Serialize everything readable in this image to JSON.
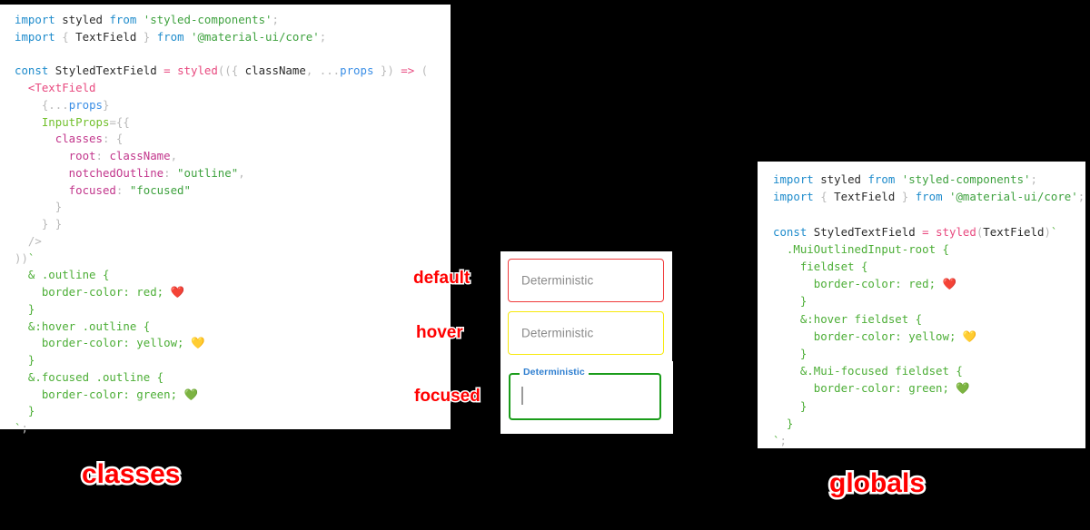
{
  "colors": {
    "background": "#000000",
    "panel": "#ffffff",
    "accent_red": "#ff0000",
    "default_border": "#f03a3a",
    "hover_border": "#f7e90a",
    "focused_border": "#1a9c1a",
    "notch_label": "#2f7fd0",
    "keyword": "#1f8ccc",
    "string": "#3fa23f",
    "function": "#e8497f",
    "property": "#c2368c",
    "css_literal": "#4cae36"
  },
  "left_panel": {
    "caption": "classes",
    "lines": [
      [
        {
          "t": "kw",
          "v": "import"
        },
        {
          "t": "id",
          "v": " styled "
        },
        {
          "t": "kw",
          "v": "from"
        },
        {
          "t": "str",
          "v": " 'styled-components'"
        },
        {
          "t": "punct",
          "v": ";"
        }
      ],
      [
        {
          "t": "kw",
          "v": "import"
        },
        {
          "t": "punct",
          "v": " { "
        },
        {
          "t": "id",
          "v": "TextField"
        },
        {
          "t": "punct",
          "v": " } "
        },
        {
          "t": "kw",
          "v": "from"
        },
        {
          "t": "str",
          "v": " '@material-ui/core'"
        },
        {
          "t": "punct",
          "v": ";"
        }
      ],
      [
        {
          "t": "id",
          "v": ""
        }
      ],
      [
        {
          "t": "kw",
          "v": "const"
        },
        {
          "t": "id",
          "v": " StyledTextField "
        },
        {
          "t": "fn",
          "v": "= "
        },
        {
          "t": "fn",
          "v": "styled"
        },
        {
          "t": "punct",
          "v": "(({ "
        },
        {
          "t": "id",
          "v": "className"
        },
        {
          "t": "punct",
          "v": ", "
        },
        {
          "t": "punct",
          "v": "..."
        },
        {
          "t": "var",
          "v": "props"
        },
        {
          "t": "punct",
          "v": " }) "
        },
        {
          "t": "fn",
          "v": "=> "
        },
        {
          "t": "punct",
          "v": "("
        }
      ],
      [
        {
          "t": "punct",
          "v": "  "
        },
        {
          "t": "fn",
          "v": "<TextField"
        }
      ],
      [
        {
          "t": "punct",
          "v": "    {..."
        },
        {
          "t": "var",
          "v": "props"
        },
        {
          "t": "punct",
          "v": "}"
        }
      ],
      [
        {
          "t": "attr",
          "v": "    InputProps"
        },
        {
          "t": "punct",
          "v": "={{"
        }
      ],
      [
        {
          "t": "prop",
          "v": "      classes"
        },
        {
          "t": "punct",
          "v": ": {"
        }
      ],
      [
        {
          "t": "prop",
          "v": "        root"
        },
        {
          "t": "punct",
          "v": ": "
        },
        {
          "t": "prop",
          "v": "className"
        },
        {
          "t": "punct",
          "v": ","
        }
      ],
      [
        {
          "t": "prop",
          "v": "        notchedOutline"
        },
        {
          "t": "punct",
          "v": ": "
        },
        {
          "t": "str",
          "v": "\"outline\""
        },
        {
          "t": "punct",
          "v": ","
        }
      ],
      [
        {
          "t": "prop",
          "v": "        focused"
        },
        {
          "t": "punct",
          "v": ": "
        },
        {
          "t": "str",
          "v": "\"focused\""
        }
      ],
      [
        {
          "t": "punct",
          "v": "      }"
        }
      ],
      [
        {
          "t": "punct",
          "v": "    } }"
        }
      ],
      [
        {
          "t": "punct",
          "v": "  />"
        }
      ],
      [
        {
          "t": "punct",
          "v": "))"
        },
        {
          "t": "css",
          "v": "`"
        }
      ],
      [
        {
          "t": "css",
          "v": "  & .outline {"
        }
      ],
      [
        {
          "t": "css",
          "v": "    border-color: red; ❤️"
        }
      ],
      [
        {
          "t": "css",
          "v": "  }"
        }
      ],
      [
        {
          "t": "css",
          "v": "  &:hover .outline {"
        }
      ],
      [
        {
          "t": "css",
          "v": "    border-color: yellow; 💛"
        }
      ],
      [
        {
          "t": "css",
          "v": "  }"
        }
      ],
      [
        {
          "t": "css",
          "v": "  &.focused .outline {"
        }
      ],
      [
        {
          "t": "css",
          "v": "    border-color: green; 💚"
        }
      ],
      [
        {
          "t": "css",
          "v": "  }"
        }
      ],
      [
        {
          "t": "css",
          "v": "`"
        },
        {
          "t": "punct",
          "v": ";"
        }
      ]
    ]
  },
  "right_panel": {
    "caption": "globals",
    "lines": [
      [
        {
          "t": "kw",
          "v": "import"
        },
        {
          "t": "id",
          "v": " styled "
        },
        {
          "t": "kw",
          "v": "from"
        },
        {
          "t": "str",
          "v": " 'styled-components'"
        },
        {
          "t": "punct",
          "v": ";"
        }
      ],
      [
        {
          "t": "kw",
          "v": "import"
        },
        {
          "t": "punct",
          "v": " { "
        },
        {
          "t": "id",
          "v": "TextField"
        },
        {
          "t": "punct",
          "v": " } "
        },
        {
          "t": "kw",
          "v": "from"
        },
        {
          "t": "str",
          "v": " '@material-ui/core'"
        },
        {
          "t": "punct",
          "v": ";"
        }
      ],
      [
        {
          "t": "id",
          "v": ""
        }
      ],
      [
        {
          "t": "kw",
          "v": "const"
        },
        {
          "t": "id",
          "v": " StyledTextField "
        },
        {
          "t": "fn",
          "v": "= "
        },
        {
          "t": "fn",
          "v": "styled"
        },
        {
          "t": "punct",
          "v": "("
        },
        {
          "t": "id",
          "v": "TextField"
        },
        {
          "t": "punct",
          "v": ")"
        },
        {
          "t": "css",
          "v": "`"
        }
      ],
      [
        {
          "t": "css",
          "v": "  .MuiOutlinedInput-root {"
        }
      ],
      [
        {
          "t": "css",
          "v": "    fieldset {"
        }
      ],
      [
        {
          "t": "css",
          "v": "      border-color: red; ❤️"
        }
      ],
      [
        {
          "t": "css",
          "v": "    }"
        }
      ],
      [
        {
          "t": "css",
          "v": "    &:hover fieldset {"
        }
      ],
      [
        {
          "t": "css",
          "v": "      border-color: yellow; 💛"
        }
      ],
      [
        {
          "t": "css",
          "v": "    }"
        }
      ],
      [
        {
          "t": "css",
          "v": "    &.Mui-focused fieldset {"
        }
      ],
      [
        {
          "t": "css",
          "v": "      border-color: green; 💚"
        }
      ],
      [
        {
          "t": "css",
          "v": "    }"
        }
      ],
      [
        {
          "t": "css",
          "v": "  }"
        }
      ],
      [
        {
          "t": "css",
          "v": "`"
        },
        {
          "t": "punct",
          "v": ";"
        }
      ]
    ]
  },
  "demo": {
    "annotations": {
      "default": "default",
      "hover": "hover",
      "focused": "focused"
    },
    "fields": {
      "default": {
        "placeholder": "Deterministic",
        "state": "default"
      },
      "hover": {
        "placeholder": "Deterministic",
        "state": "hover"
      },
      "focused": {
        "label": "Deterministic",
        "value": "",
        "state": "focused"
      }
    }
  }
}
